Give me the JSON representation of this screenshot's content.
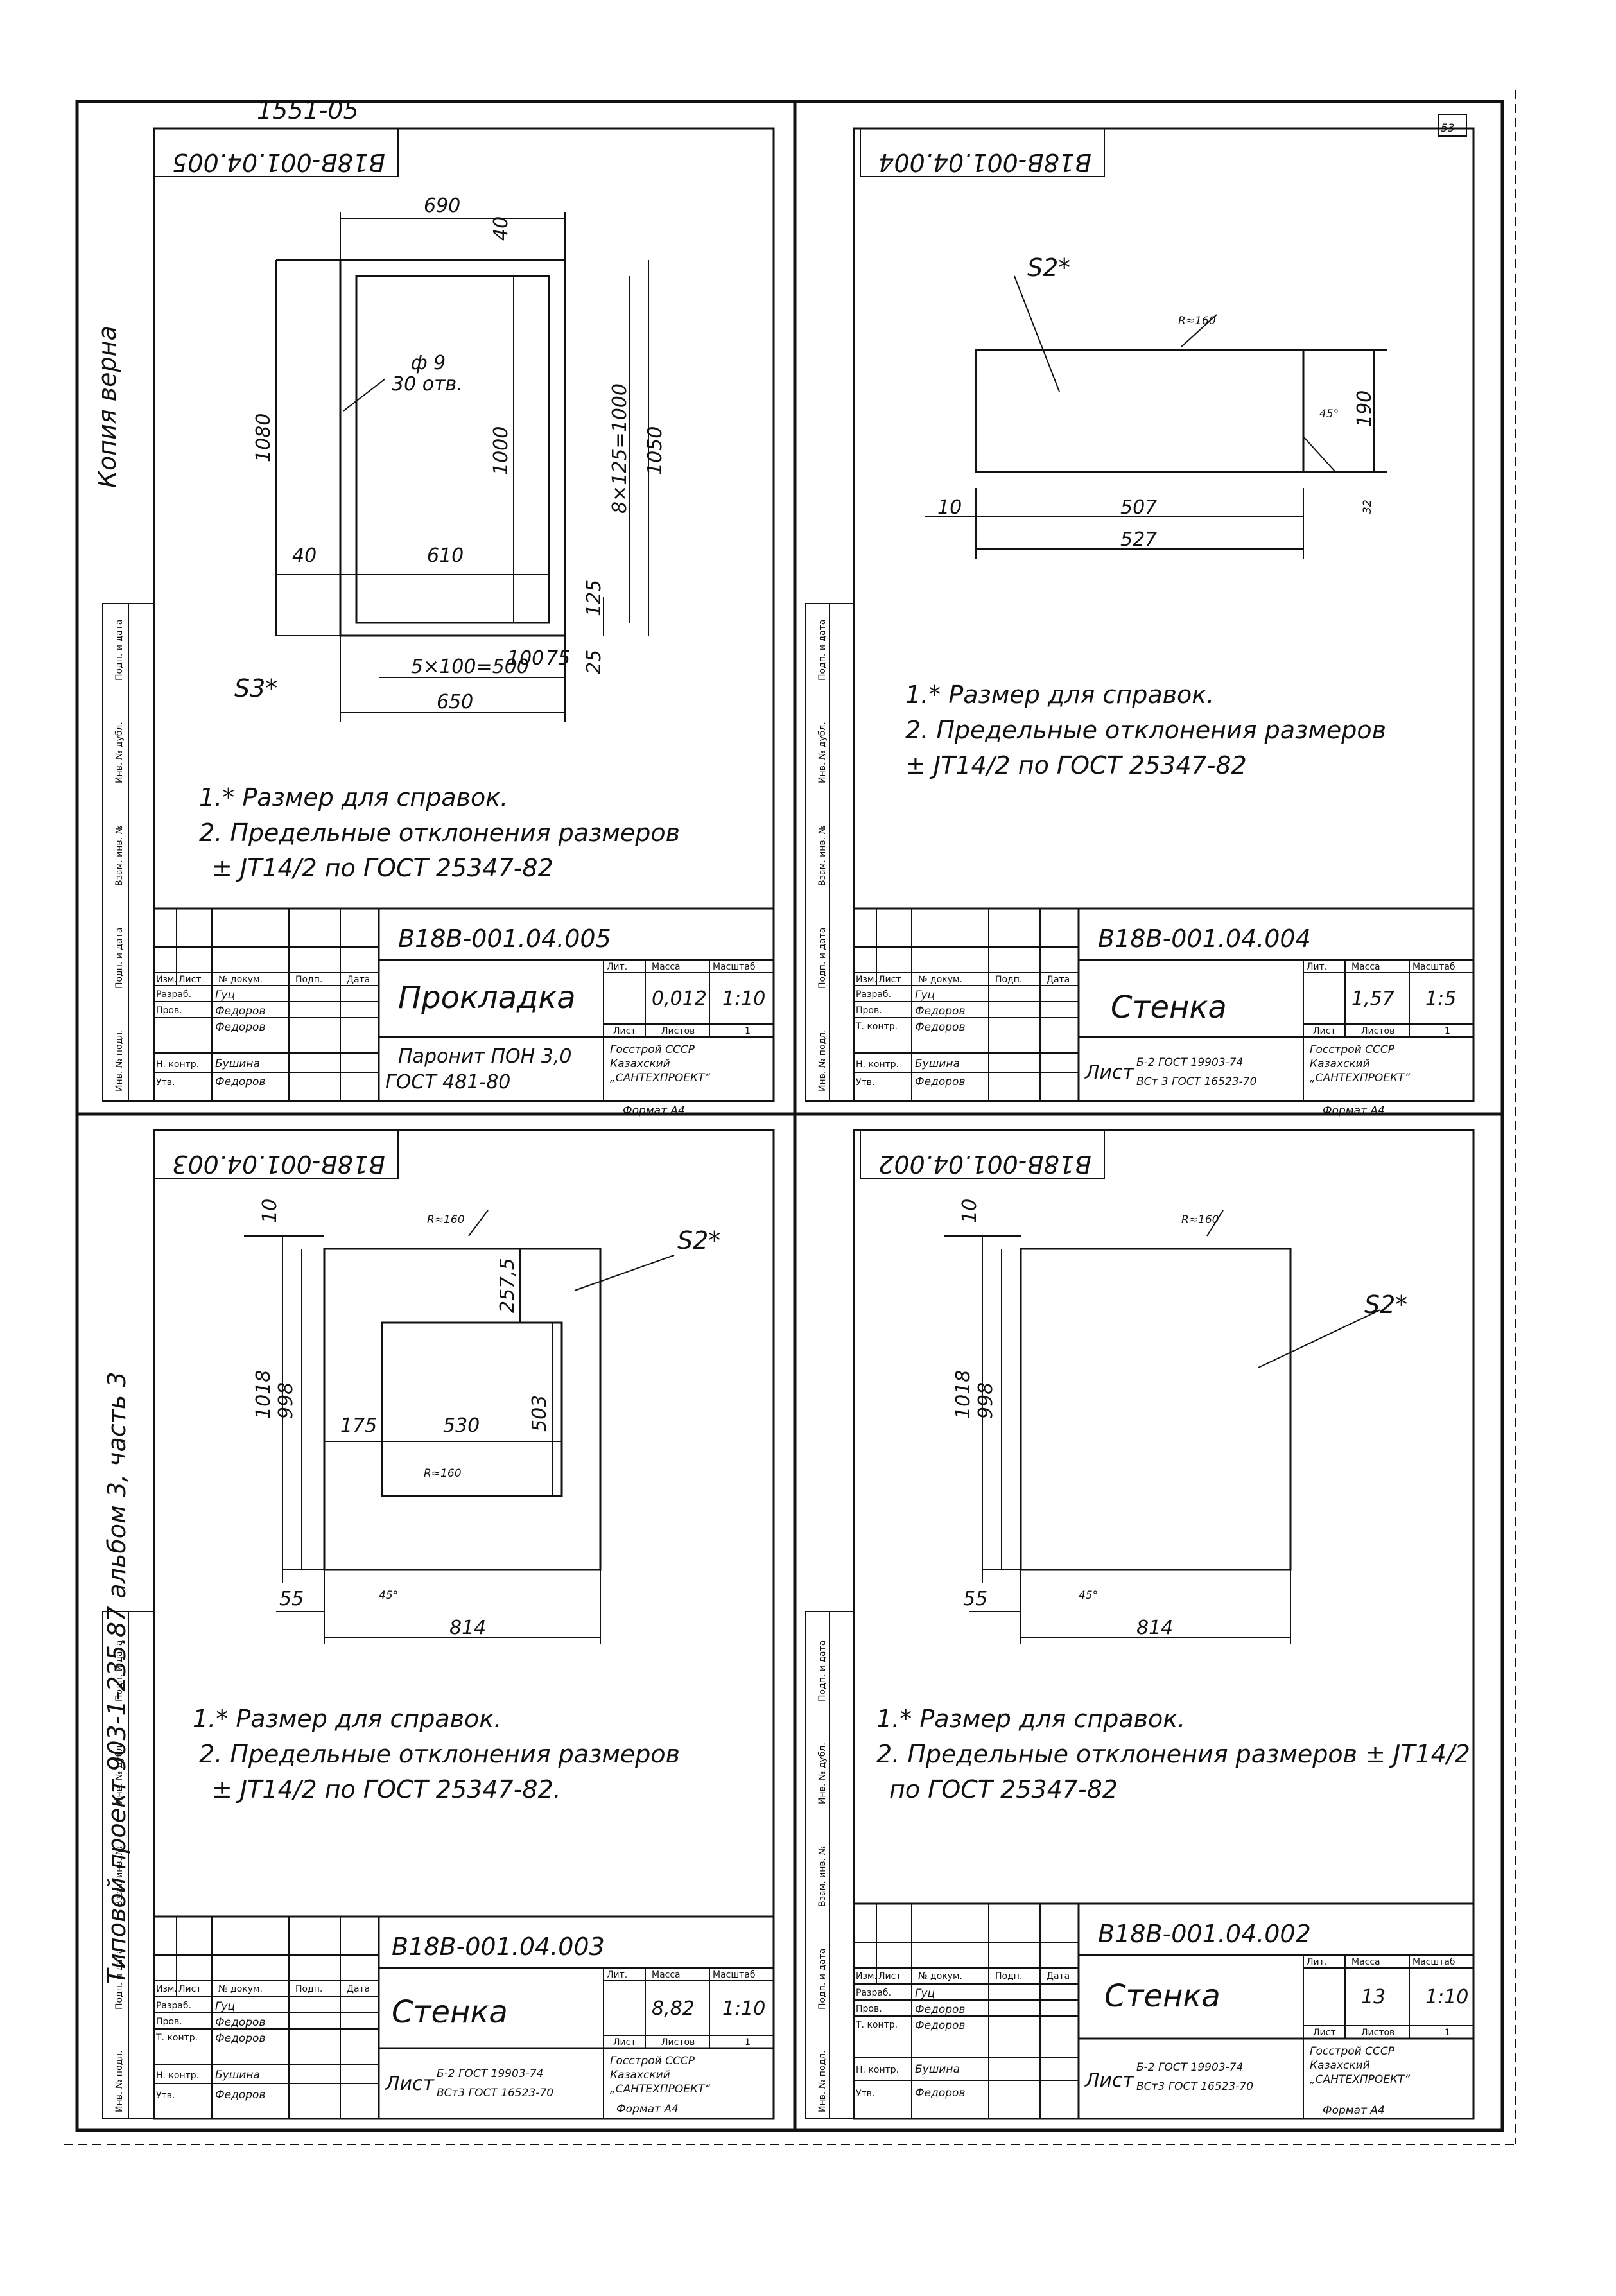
{
  "sheet": {
    "top_number": "1551-05",
    "page_number": "53",
    "side_inscription_1": "Копия верна",
    "side_inscription_2": "Типовой проект 903-1-235.87 альбом 3, часть 3",
    "side_labels": [
      "Инв. № подл.",
      "Подп. и дата",
      "Взам. инв. №",
      "Инв. № дубл.",
      "Подп. и дата"
    ]
  },
  "drawings": [
    {
      "id": "005",
      "code_rotated": "В18В-001.04.005",
      "code": "В18В-001.04.005",
      "name": "Прокладка",
      "mass": "0,012",
      "scale": "1:10",
      "material": [
        "Паронит ПОН 3,0",
        "ГОСТ 481-80"
      ],
      "org": [
        "Госстрой СССР",
        "Казахский",
        "„САНТЕХПРОЕКТ“"
      ],
      "format": "Формат А4",
      "dims": [
        "690",
        "40",
        "1080",
        "ф 9",
        "30 отв.",
        "1000",
        "8×125=1000",
        "1050",
        "40",
        "610",
        "125",
        "25",
        "100",
        "75",
        "5×100=500",
        "650",
        "S3*"
      ],
      "notes": [
        "1.* Размер для справок.",
        "2. Предельные отклонения размеров",
        "± JT14/2 по ГОСТ 25347-82"
      ],
      "people": [
        [
          "Разраб.",
          "Гуц"
        ],
        [
          "Пров.",
          "Федоров"
        ],
        [
          "",
          "Федоров"
        ],
        [
          "Н. контр.",
          "Бушина"
        ],
        [
          "Утв.",
          "Федоров"
        ]
      ]
    },
    {
      "id": "004",
      "code_rotated": "В18В-001.04.004",
      "code": "В18В-001.04.004",
      "name": "Стенка",
      "mass": "1,57",
      "scale": "1:5",
      "sheet_label": "Лист",
      "material": [
        "Б-2 ГОСТ 19903-74",
        "ВСт 3 ГОСТ 16523-70"
      ],
      "org": [
        "Госстрой СССР",
        "Казахский",
        "„САНТЕХПРОЕКТ“"
      ],
      "format": "Формат А4",
      "dims": [
        "S2*",
        "R≈160",
        "45°",
        "190",
        "10",
        "507",
        "527",
        "32"
      ],
      "notes": [
        "1.* Размер для справок.",
        "2. Предельные отклонения размеров",
        "± JT14/2 по ГОСТ 25347-82"
      ],
      "people": [
        [
          "Разраб.",
          "Гуц"
        ],
        [
          "Пров.",
          "Федоров"
        ],
        [
          "Т. контр.",
          "Федоров"
        ],
        [
          "Н. контр.",
          "Бушина"
        ],
        [
          "Утв.",
          "Федоров"
        ]
      ]
    },
    {
      "id": "003",
      "code_rotated": "В18В-001.04.003",
      "code": "В18В-001.04.003",
      "name": "Стенка",
      "mass": "8,82",
      "scale": "1:10",
      "sheet_label": "Лист",
      "material": [
        "Б-2 ГОСТ 19903-74",
        "ВСт3 ГОСТ 16523-70"
      ],
      "org": [
        "Госстрой СССР",
        "Казахский",
        "„САНТЕХПРОЕКТ“"
      ],
      "format": "Формат А4",
      "dims": [
        "10",
        "R≈160",
        "S2*",
        "257,5",
        "1018",
        "998",
        "175",
        "530",
        "503",
        "R≈160",
        "55",
        "45°",
        "814"
      ],
      "notes": [
        "1.* Размер для справок.",
        "2. Предельные отклонения размеров",
        "± JT14/2 по ГОСТ 25347-82."
      ],
      "people": [
        [
          "Разраб.",
          "Гуц"
        ],
        [
          "Пров.",
          "Федоров"
        ],
        [
          "Т. контр.",
          "Федоров"
        ],
        [
          "Н. контр.",
          "Бушина"
        ],
        [
          "Утв.",
          "Федоров"
        ]
      ]
    },
    {
      "id": "002",
      "code_rotated": "В18В-001.04.002",
      "code": "В18В-001.04.002",
      "name": "Стенка",
      "mass": "13",
      "scale": "1:10",
      "sheet_label": "Лист",
      "material": [
        "Б-2 ГОСТ 19903-74",
        "ВСт3 ГОСТ 16523-70"
      ],
      "org": [
        "Госстрой СССР",
        "Казахский",
        "„САНТЕХПРОЕКТ“"
      ],
      "format": "Формат А4",
      "dims": [
        "10",
        "R≈160",
        "S2*",
        "1018",
        "998",
        "55",
        "45°",
        "814"
      ],
      "notes": [
        "1.* Размер для справок.",
        "2. Предельные отклонения размеров ± JT14/2",
        "по ГОСТ 25347-82"
      ],
      "people": [
        [
          "Разраб.",
          "Гуц"
        ],
        [
          "Пров.",
          "Федоров"
        ],
        [
          "Т. контр.",
          "Федоров"
        ],
        [
          "Н. контр.",
          "Бушина"
        ],
        [
          "Утв.",
          "Федоров"
        ]
      ]
    }
  ],
  "table_headers": {
    "izm": "Изм.",
    "list": "Лист",
    "doc": "№ докум.",
    "sign": "Подп.",
    "date": "Дата",
    "lit": "Лит.",
    "massa": "Масса",
    "masshtab": "Масштаб",
    "list2": "Лист",
    "listov": "Листов",
    "listov_val": "1"
  }
}
